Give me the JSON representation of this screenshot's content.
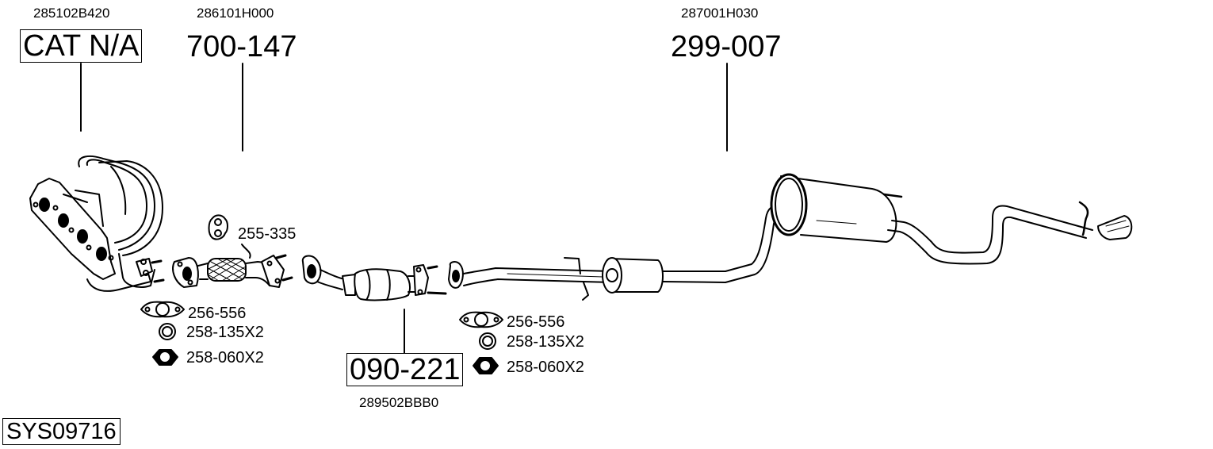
{
  "diagram": {
    "system_code": "SYS09716",
    "parts": [
      {
        "oem": "285102B420",
        "ref": "CAT N/A",
        "boxed": true,
        "name": "exhaust-manifold-catalyst"
      },
      {
        "oem": "286101H000",
        "ref": "700-147",
        "boxed": false,
        "name": "front-pipe-flex"
      },
      {
        "oem": "287001H030",
        "ref": "299-007",
        "boxed": false,
        "name": "centre-and-rear-silencer"
      },
      {
        "oem": "289502BBB0",
        "ref": "090-221",
        "boxed": true,
        "name": "catalytic-converter"
      }
    ],
    "fittings": {
      "hanger": {
        "ref": "255-335",
        "icon": "rubber-hanger-icon"
      },
      "group_left": [
        {
          "ref": "256-556",
          "icon": "flange-gasket-icon"
        },
        {
          "ref": "258-135X2",
          "icon": "washer-ring-icon"
        },
        {
          "ref": "258-060X2",
          "icon": "hex-nut-icon"
        }
      ],
      "group_right": [
        {
          "ref": "256-556",
          "icon": "flange-gasket-icon"
        },
        {
          "ref": "258-135X2",
          "icon": "washer-ring-icon"
        },
        {
          "ref": "258-060X2",
          "icon": "hex-nut-icon"
        }
      ]
    },
    "colors": {
      "line": "#000000",
      "background": "#ffffff"
    }
  }
}
